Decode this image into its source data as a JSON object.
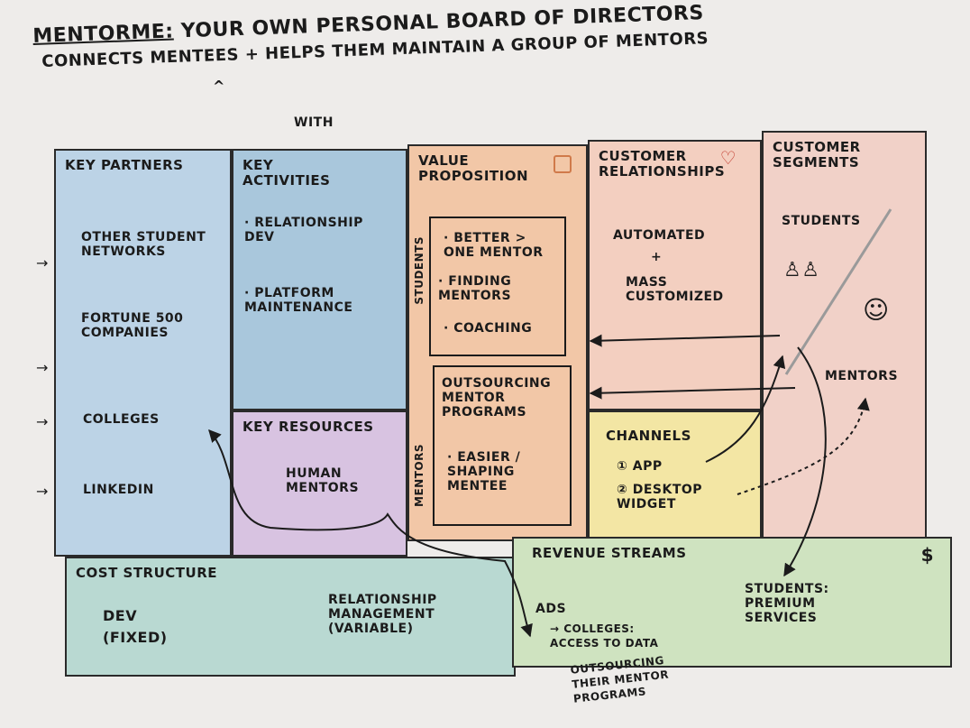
{
  "title": {
    "brand": "MENTORME:",
    "line1_rest": "YOUR OWN PERSONAL BOARD OF DIRECTORS",
    "line2": "CONNECTS MENTEES + HELPS THEM MAINTAIN A GROUP OF MENTORS",
    "caret": "^",
    "with": "WITH"
  },
  "key_partners": {
    "heading": "KEY PARTNERS",
    "items": [
      "OTHER STUDENT NETWORKS",
      "FORTUNE 500 COMPANIES",
      "COLLEGES",
      "LINKEDIN"
    ]
  },
  "key_activities": {
    "heading": "KEY ACTIVITIES",
    "items": [
      "· RELATIONSHIP DEV",
      "· PLATFORM MAINTENANCE"
    ]
  },
  "key_resources": {
    "heading": "KEY RESOURCES",
    "items": [
      "HUMAN MENTORS"
    ]
  },
  "value_proposition": {
    "heading": "VALUE PROPOSITION",
    "students_label": "STUDENTS",
    "students_items": [
      "· BETTER > ONE MENTOR",
      "· FINDING MENTORS",
      "· COACHING"
    ],
    "mentors_label": "MENTORS",
    "mentors_items": [
      "OUTSOURCING MENTOR PROGRAMS",
      "· EASIER / SHAPING MENTEE"
    ]
  },
  "customer_relationships": {
    "heading": "CUSTOMER RELATIONSHIPS",
    "items": [
      "AUTOMATED",
      "+",
      "MASS CUSTOMIZED"
    ]
  },
  "channels": {
    "heading": "CHANNELS",
    "items": [
      "① APP",
      "② DESKTOP WIDGET"
    ]
  },
  "customer_segments": {
    "heading": "CUSTOMER SEGMENTS",
    "items": [
      "STUDENTS",
      "MENTORS"
    ]
  },
  "cost_structure": {
    "heading": "COST STRUCTURE",
    "items": [
      "DEV (FIXED)",
      "RELATIONSHIP MANAGEMENT (VARIABLE)"
    ]
  },
  "revenue_streams": {
    "heading": "REVENUE STREAMS",
    "symbol": "$",
    "items": [
      "ADS",
      "→ COLLEGES: ACCESS TO DATA",
      "OUTSOURCING THEIR MENTOR PROGRAMS",
      "STUDENTS: PREMIUM SERVICES"
    ]
  },
  "colors": {
    "key_partners": "#bcd3e6",
    "key_activities": "#a9c7dc",
    "key_resources": "#d8c3e1",
    "value_proposition": "#f2c7a7",
    "customer_relationships": "#f3cfc0",
    "channels": "#f3e6a4",
    "customer_segments": "#f1d1c8",
    "cost_structure": "#b9d9d2",
    "revenue_streams": "#cfe3c0",
    "heart": "#c0392b"
  },
  "icons": [
    "heart-icon",
    "gift-icon",
    "student-figures-icon",
    "mentor-figure-icon",
    "arrow-icon"
  ]
}
